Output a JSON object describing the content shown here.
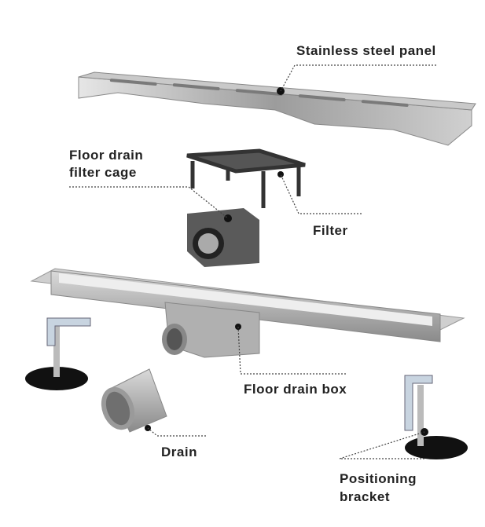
{
  "labels": {
    "panel": "Stainless steel panel",
    "cage_line1": "Floor drain",
    "cage_line2": "filter cage",
    "filter": "Filter",
    "box": "Floor drain box",
    "drain": "Drain",
    "bracket_line1": "Positioning",
    "bracket_line2": "bracket"
  },
  "colors": {
    "steel": "#b8b8b8",
    "dark": "#333333",
    "text": "#222222"
  }
}
